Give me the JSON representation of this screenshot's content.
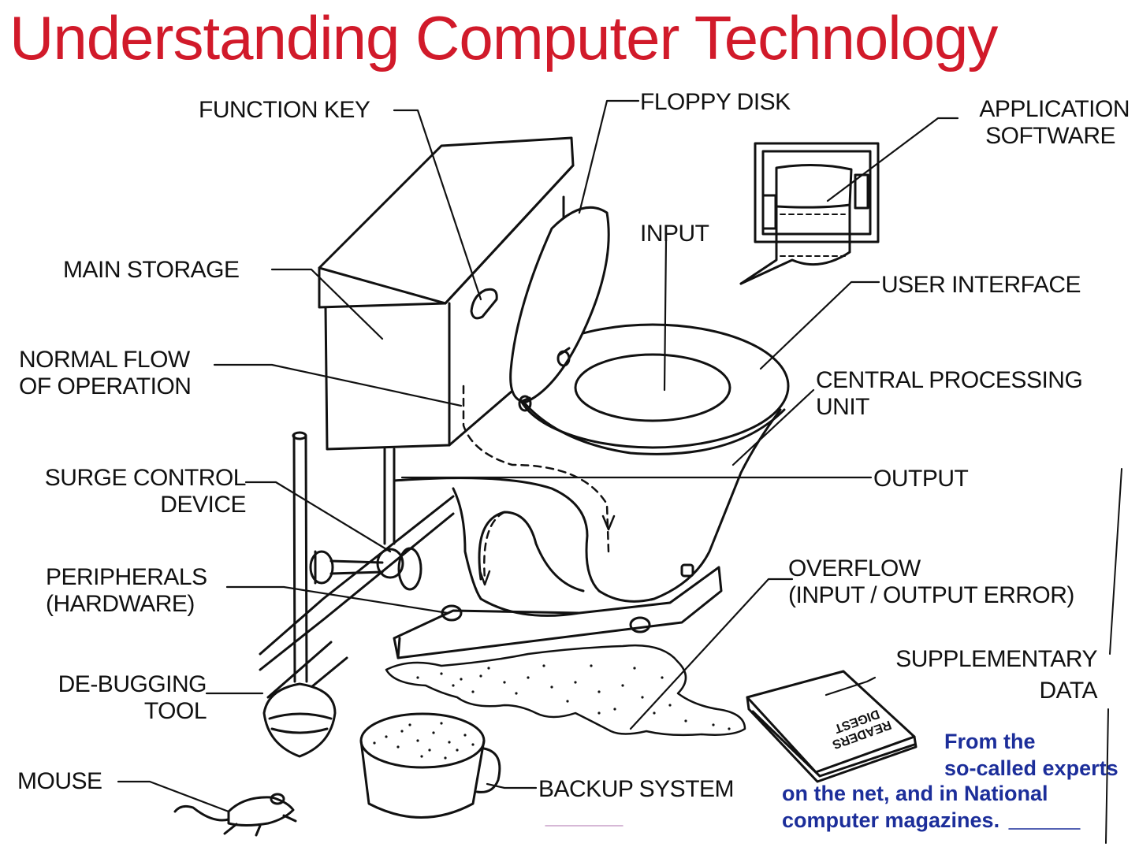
{
  "title": "Understanding Computer Technology",
  "labels": {
    "function_key": "FUNCTION KEY",
    "floppy_disk": "FLOPPY DISK",
    "application_software": [
      "APPLICATION",
      "SOFTWARE"
    ],
    "main_storage": "MAIN STORAGE",
    "input": "INPUT",
    "user_interface": "USER INTERFACE",
    "normal_flow": [
      "NORMAL FLOW",
      "OF OPERATION"
    ],
    "cpu": [
      "CENTRAL PROCESSING",
      "UNIT"
    ],
    "surge_control": [
      "SURGE CONTROL",
      "DEVICE"
    ],
    "output": "OUTPUT",
    "peripherals": [
      "PERIPHERALS",
      "(HARDWARE)"
    ],
    "overflow": [
      "OVERFLOW",
      "(INPUT / OUTPUT ERROR)"
    ],
    "supplementary": [
      "SUPPLEMENTARY",
      "DATA"
    ],
    "debugging": [
      "DE-BUGGING",
      "TOOL"
    ],
    "mouse": "MOUSE",
    "backup": "BACKUP SYSTEM"
  },
  "magazine_text": "READERS DIGEST",
  "footnote": [
    "From the",
    "so-called experts",
    "on the net, and in National",
    "computer magazines."
  ],
  "colors": {
    "title": "#d11a2a",
    "ink": "#111111",
    "note": "#1c2e9a"
  }
}
